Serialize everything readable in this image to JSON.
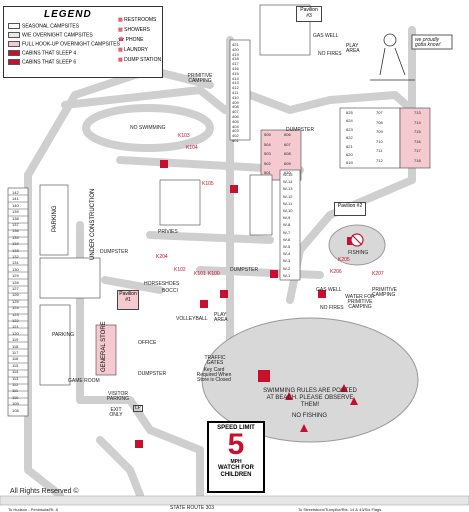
{
  "legend": {
    "title": "LEGEND",
    "left_items": [
      "SEASONAL CAMPSITES",
      "W/E OVERNIGHT CAMPSITES",
      "FULL HOOK-UP OVERNIGHT CAMPSITES",
      "CABINS THAT SLEEP 4",
      "CABINS THAT SLEEP 6"
    ],
    "right_items": [
      "RESTROOMS",
      "SHOWERS",
      "PHONE",
      "LAUNDRY",
      "DUMP STATION"
    ]
  },
  "pavilions": [
    "Pavilion #3",
    "Pavilion #2",
    "Pavilion #1"
  ],
  "labels": {
    "gas_well": "GAS WELL",
    "no_fires": "NO FIRES",
    "play_area": "PLAY AREA",
    "primitive_camping": "PRIMITIVE CAMPING",
    "no_swimming": "NO SWIMMING",
    "dumpster": "DUMPSTER",
    "fishing": "FISHING",
    "water_primitive": "WATER FOR PRIMITIVE CAMPING",
    "under_construction": "UNDER CONSTRUCTION",
    "parking": "PARKING",
    "privies": "PRIVIES",
    "horseshoes": "HORSESHOES",
    "bocci": "BOCCI",
    "office": "OFFICE",
    "general_store": "GENERAL STORE",
    "game_room": "GAME ROOM",
    "visitor_parking": "VISITOR PARKING",
    "exit_only": "EXIT ONLY",
    "volleyball": "VOLLEYBALL",
    "play_area2": "PLAY AREA",
    "traffic_gates": "TRAFFIC GATES",
    "key_card": "Key Card Required When Store is Closed",
    "swim_rules": "SWIMMING RULES ARE POSTED AT BEACH. PLEASE OBSERVE THEM!",
    "no_fishing": "NO FISHING",
    "lp": "LP",
    "copyright": "All Rights Reserved ©",
    "to_hudson": "To Hudson - Peninsula/Rt. 8",
    "state_route": "STATE ROUTE 303",
    "to_streetsboro": "To Streetsboro/Turnpike/Rts. 14 & 43/Six Flags",
    "sign_text": "we proudly gotta know!"
  },
  "speed_sign": {
    "title": "SPEED LIMIT",
    "number": "5",
    "unit": "MPH",
    "line1": "WATCH FOR",
    "line2": "CHILDREN"
  },
  "cabins": [
    "K102",
    "K101",
    "K100",
    "K103",
    "K104",
    "K105",
    "K204",
    "K205",
    "K206",
    "K207"
  ],
  "site_blocks": {
    "left_column": [
      "142",
      "141",
      "140",
      "139",
      "138",
      "137",
      "136",
      "135",
      "134",
      "133",
      "132",
      "131",
      "130",
      "129",
      "128",
      "127",
      "126",
      "125",
      "124",
      "123",
      "122",
      "121",
      "120",
      "119",
      "118",
      "117",
      "116",
      "115",
      "114",
      "113",
      "112",
      "111",
      "110",
      "109",
      "108"
    ],
    "center_column": [
      "421",
      "420",
      "419",
      "418",
      "417",
      "416",
      "415",
      "414",
      "413",
      "412",
      "411",
      "410",
      "409",
      "408",
      "407",
      "406",
      "405",
      "404",
      "403",
      "402",
      "401"
    ],
    "right_grid_top": [
      "625",
      "624",
      "623",
      "622",
      "621",
      "620",
      "619"
    ],
    "right_grid_b": [
      "707",
      "708",
      "709",
      "710",
      "711",
      "712"
    ],
    "right_grid_c": [
      "713",
      "714",
      "715",
      "716",
      "717",
      "718"
    ],
    "mid_grid_a": [
      "505",
      "504",
      "503",
      "502",
      "501"
    ],
    "mid_grid_b": [
      "606",
      "607",
      "608",
      "609",
      "610"
    ],
    "w_sites": [
      "W-15",
      "W-14",
      "W-13",
      "W-12",
      "W-11",
      "W-10",
      "W-9",
      "W-8",
      "W-7",
      "W-6",
      "W-5",
      "W-4",
      "W-3",
      "W-2",
      "W-1"
    ]
  }
}
